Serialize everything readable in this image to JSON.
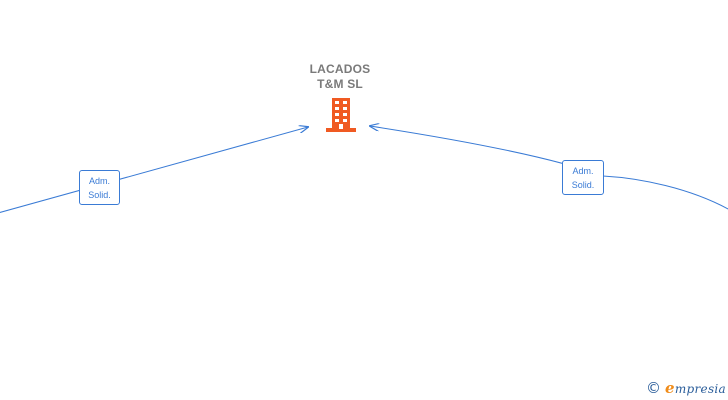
{
  "diagram": {
    "center_node": {
      "name": "LACADOS\nT&M  SL",
      "icon": "building-icon",
      "icon_color": "#f05a22"
    },
    "edges": [
      {
        "label_line1": "Adm.",
        "label_line2": "Solid.",
        "direction": "toward-center"
      },
      {
        "label_line1": "Adm.",
        "label_line2": "Solid.",
        "direction": "toward-center"
      }
    ],
    "edge_color": "#3a7bd5",
    "text_color": "#7a7a7a"
  },
  "footer": {
    "copyright_symbol": "©",
    "brand_initial": "e",
    "brand_rest": "mpresia",
    "brand_colors": {
      "primary": "#2a5d9a",
      "accent": "#f08c1a"
    }
  }
}
